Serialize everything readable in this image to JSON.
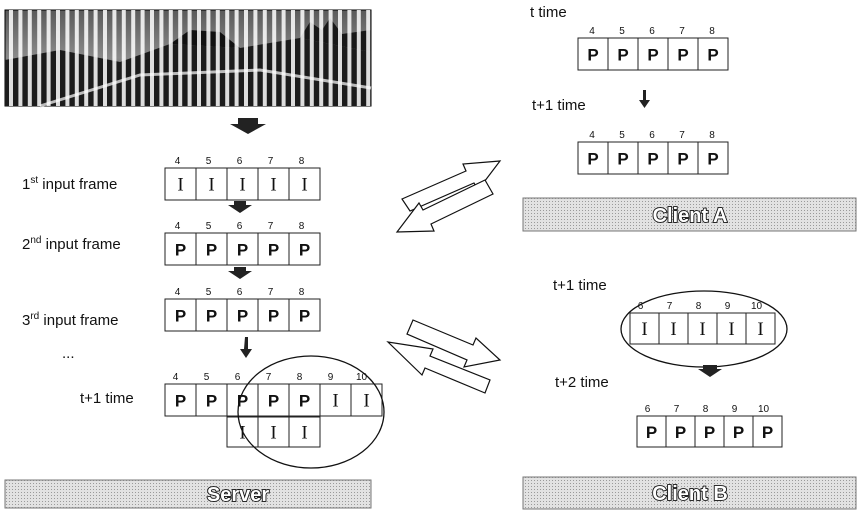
{
  "server": {
    "frame_labels": [
      {
        "pre": "1",
        "sup": "st",
        "post": " input frame"
      },
      {
        "pre": "2",
        "sup": "nd",
        "post": " input frame"
      },
      {
        "pre": "3",
        "sup": "rd",
        "post": " input frame"
      }
    ],
    "ellipsis": "...",
    "numbers_4_8": [
      "4",
      "5",
      "6",
      "7",
      "8"
    ],
    "row1_cells": [
      "I",
      "I",
      "I",
      "I",
      "I"
    ],
    "row2_cells": [
      "P",
      "P",
      "P",
      "P",
      "P"
    ],
    "row3_cells": [
      "P",
      "P",
      "P",
      "P",
      "P"
    ],
    "t1_label": "t+1 time",
    "t1_numbers": [
      "4",
      "5",
      "6",
      "7",
      "8",
      "9",
      "10"
    ],
    "t1_cells": [
      "P",
      "P",
      "P",
      "P",
      "P",
      "I",
      "I"
    ],
    "t1_sub_cells": [
      "I",
      "I",
      "I"
    ],
    "bar_label": "Server"
  },
  "client_a": {
    "t_label": "t time",
    "numbers": [
      "4",
      "5",
      "6",
      "7",
      "8"
    ],
    "t_cells": [
      "P",
      "P",
      "P",
      "P",
      "P"
    ],
    "t1_label": "t+1 time",
    "t1_cells": [
      "P",
      "P",
      "P",
      "P",
      "P"
    ],
    "bar_label": "Client A"
  },
  "client_b": {
    "t1_label": "t+1 time",
    "numbers": [
      "6",
      "7",
      "8",
      "9",
      "10"
    ],
    "t1_cells": [
      "I",
      "I",
      "I",
      "I",
      "I"
    ],
    "t2_label": "t+2 time",
    "t2_cells": [
      "P",
      "P",
      "P",
      "P",
      "P"
    ],
    "bar_label": "Client B"
  }
}
